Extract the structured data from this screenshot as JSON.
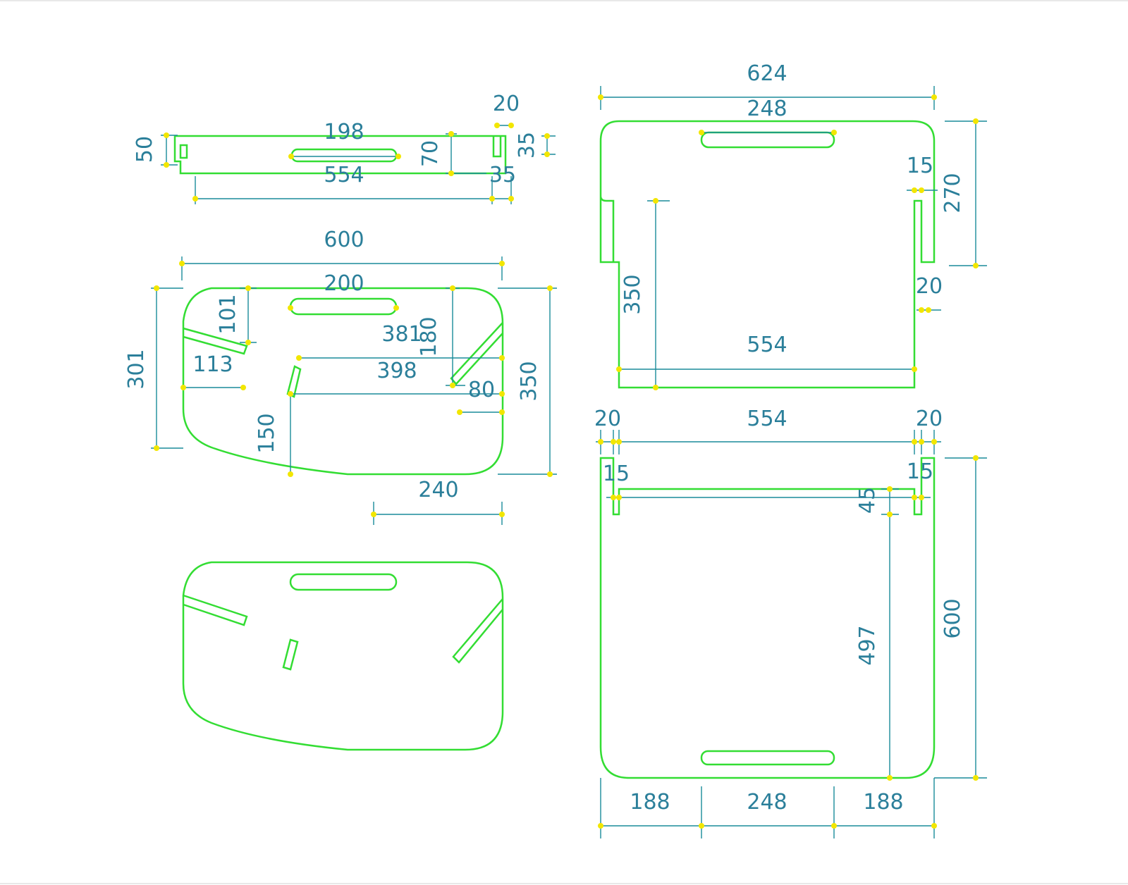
{
  "colors": {
    "background": "#ffffff",
    "outline": "#33dd33",
    "dimension_line": "#1a8b9a",
    "dimension_text": "#2b7f9a",
    "tick_mark": "#f2e600"
  },
  "parts": {
    "top_strip": {
      "slot_length": "198",
      "height": "50",
      "slot_depth": "70",
      "notch_width": "20",
      "notch_depth_right": "35",
      "overall_length": "554",
      "end_width": "35"
    },
    "side_panel": {
      "overall_width": "600",
      "handle_width": "200",
      "height_left": "301",
      "slot_depth_left": "101",
      "slot_offset_left": "113",
      "slot_x": "381",
      "slot_depth_right": "180",
      "slot_span": "398",
      "slot_gap": "80",
      "height_right": "350",
      "lower_height": "150",
      "bottom_width": "240"
    },
    "back_panel": {
      "overall_width": "624",
      "handle_width": "248",
      "slot_width": "15",
      "slot_length": "270",
      "height": "350",
      "tab_width": "20",
      "inner_width": "554"
    },
    "base_panel": {
      "tab_left": "20",
      "inner_width": "554",
      "tab_right": "20",
      "slot_left": "15",
      "slot_right": "15",
      "tab_depth": "45",
      "depth": "600",
      "inner_depth": "497",
      "margin_left": "188",
      "handle_width": "248",
      "margin_right": "188"
    }
  }
}
